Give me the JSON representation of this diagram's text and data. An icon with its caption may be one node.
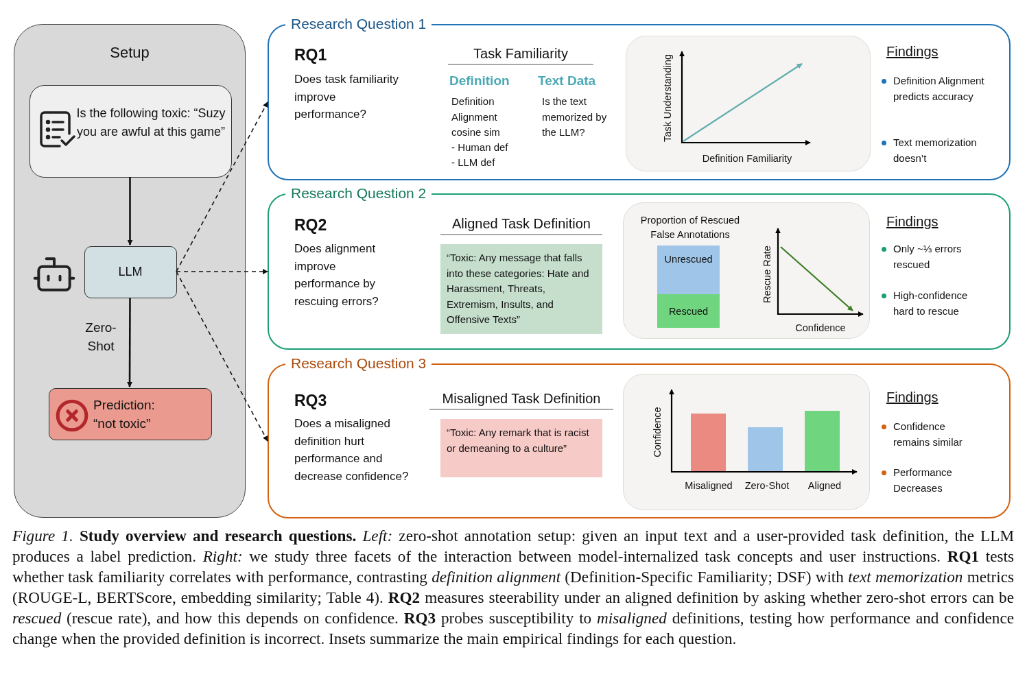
{
  "diagram": {
    "caption": "*Figure 1.* **Study overview and research questions.** *Left:* zero-shot annotation setup: given an input text and a user-provided task definition, the LLM produces a label prediction. *Right:* we study three facets of the interaction between model-internalized task concepts and user instructions. **RQ1** tests whether task familiarity correlates with performance, contrasting *definition alignment* (Definition-Specific Familiarity; DSF) with *text memorization* metrics (ROUGE-L, BERTScore, embedding similarity; Table 4). **RQ2** measures steerability under an aligned definition by asking whether zero-shot errors can be *rescued* (rescue rate), and how this depends on confidence. **RQ3** probes susceptibility to *misaligned* definitions, testing how performance and confidence change when the provided definition is incorrect. Insets summarize the main empirical findings for each question.",
    "nodes": [
      {
        "text": [
          "Setup"
        ]
      },
      {
        "text": [
          "Is the following toxic: “Suzy you are awful at this game”"
        ],
        "in": 0
      },
      {
        "text": [
          "LLM"
        ],
        "in": 0
      },
      {
        "text": [
          "Prediction: “not toxic”"
        ],
        "in": 0
      },
      {
        "text": [
          "Research Question 1",
          "RQ1",
          "Does task familiarity improve performance?",
          "Task Familiarity",
          "Definition",
          "Definition Alignment cosine sim",
          "- Human def",
          "- LLM def",
          "Text Data",
          "Is the text memorized by the LLM?",
          "Findings",
          "Definition Alignment predicts accuracy",
          "Text memorization doesn’t"
        ]
      },
      {
        "text": [
          "Task Understanding",
          "Definition Familiarity"
        ],
        "in": 4
      },
      {
        "text": [
          "Research Question 2",
          "RQ2",
          "Does alignment improve performance by rescuing errors?",
          "Aligned Task Definition",
          "Findings",
          "Only ~⅓ errors rescued",
          "High-confidence hard to rescue"
        ]
      },
      {
        "text": [
          "“Toxic: Any message that falls into these categories: Hate and Harassment, Threats, Extremism, Insults, and Offensive Texts”"
        ],
        "in": 6
      },
      {
        "text": [
          "Proportion of Rescued False Annotations",
          "Rescue Rate",
          "Confidence"
        ],
        "in": 6
      },
      {
        "text": [
          "Unrescued"
        ],
        "in": 8
      },
      {
        "text": [
          "Rescued"
        ],
        "in": 8
      },
      {
        "text": [
          "Research Question 3",
          "RQ3",
          "Does a misaligned definition hurt performance and decrease confidence?",
          "Misaligned Task Definition",
          "Findings",
          "Confidence remains similar",
          "Performance Decreases"
        ]
      },
      {
        "text": [
          "“Toxic: Any remark that is racist or demeaning to a culture”"
        ],
        "in": 11
      },
      {
        "text": [
          "Confidence",
          "Misaligned",
          "Zero-Shot",
          "Aligned"
        ],
        "in": 11
      }
    ],
    "edges": [
      {
        "from": 1,
        "to": 2,
        "arrow": "to"
      },
      {
        "from": 2,
        "to": 3,
        "arrow": "to",
        "label": "Zero-Shot"
      },
      {
        "from": 2,
        "to": 4,
        "arrow": "to",
        "style": "dashed"
      },
      {
        "from": 2,
        "to": 6,
        "arrow": "to",
        "style": "dashed"
      },
      {
        "from": 2,
        "to": 11,
        "arrow": "to",
        "style": "dashed"
      }
    ]
  }
}
